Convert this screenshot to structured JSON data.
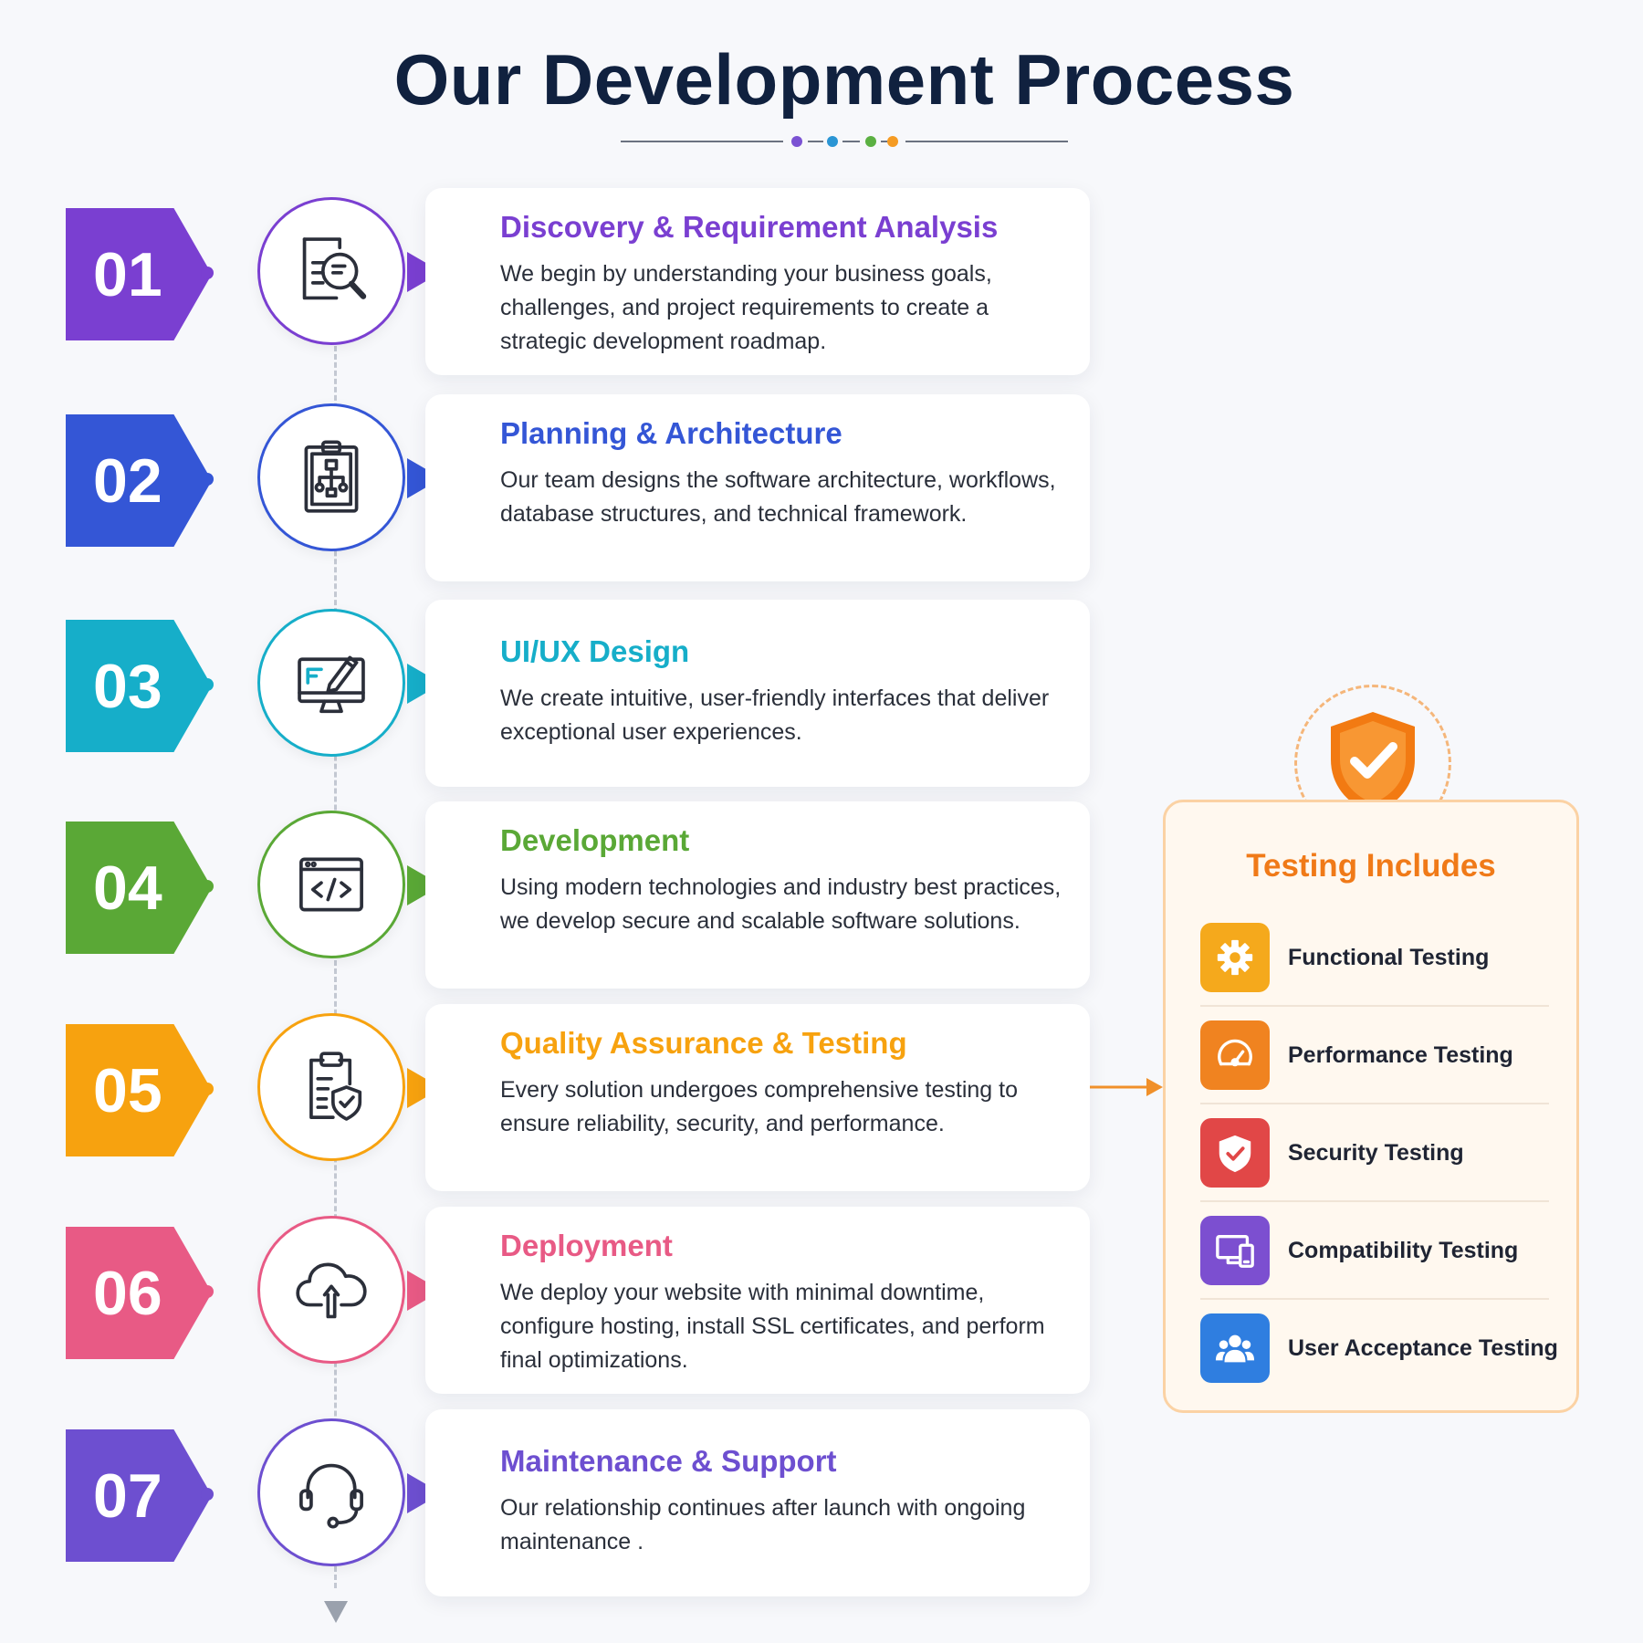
{
  "page": {
    "title": "Our Development Process",
    "divider_colors": [
      "#7b52d3",
      "#2a95d4",
      "#5bb042",
      "#f59b23"
    ]
  },
  "steps": [
    {
      "number": "01",
      "title": "Discovery & Requirement Analysis",
      "description": "We begin by understanding your business goals, challenges, and project requirements to create a strategic development roadmap.",
      "color": "#7a3fd1",
      "icon": "magnifier-document-icon"
    },
    {
      "number": "02",
      "title": "Planning & Architecture",
      "description": "Our team designs the software architecture, workflows, database structures, and technical framework.",
      "color": "#3456d6",
      "icon": "clipboard-flowchart-icon"
    },
    {
      "number": "03",
      "title": "UI/UX Design",
      "description": "We create intuitive, user-friendly interfaces that deliver exceptional user experiences.",
      "color": "#16aec9",
      "icon": "monitor-pen-icon"
    },
    {
      "number": "04",
      "title": "Development",
      "description": "Using modern technologies and industry best practices, we develop secure and scalable software solutions.",
      "color": "#5aa836",
      "icon": "code-window-icon"
    },
    {
      "number": "05",
      "title": "Quality Assurance & Testing",
      "description": "Every solution undergoes comprehensive testing to ensure reliability, security, and performance.",
      "color": "#f7a20f",
      "icon": "clipboard-shield-icon"
    },
    {
      "number": "06",
      "title": "Deployment",
      "description": "We deploy your website with minimal downtime, configure hosting, install SSL certificates, and perform final optimizations.",
      "color": "#e85a85",
      "icon": "cloud-upload-icon"
    },
    {
      "number": "07",
      "title": "Maintenance & Support",
      "description": "Our relationship continues after launch with ongoing maintenance .",
      "color": "#6d4fd0",
      "icon": "headset-icon"
    }
  ],
  "testing": {
    "title": "Testing Includes",
    "accent": "#f07a18",
    "shield_icon": "shield-check-icon",
    "items": [
      {
        "label": "Functional Testing",
        "color": "#f5a91c",
        "icon": "gear-icon"
      },
      {
        "label": "Performance Testing",
        "color": "#f08320",
        "icon": "speedometer-icon"
      },
      {
        "label": "Security Testing",
        "color": "#e14747",
        "icon": "shield-check-icon"
      },
      {
        "label": "Compatibility Testing",
        "color": "#7c4fd0",
        "icon": "devices-icon"
      },
      {
        "label": "User Acceptance Testing",
        "color": "#2f7ee0",
        "icon": "users-icon"
      }
    ]
  }
}
